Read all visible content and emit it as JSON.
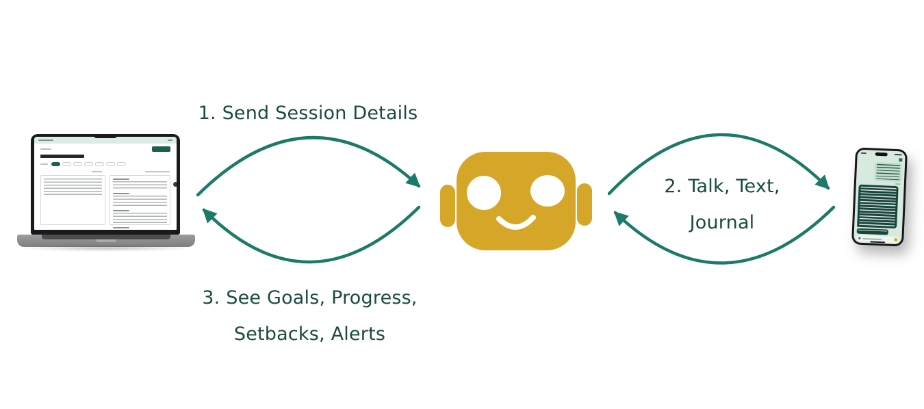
{
  "palette": {
    "background": "#FFFFFF",
    "heading_text": "#1A4A40",
    "arrow": "#1B7A68",
    "robot_gold": "#D6A629",
    "laptop_chrome_mint": "#DCEDE3",
    "brand_green_button": "#1D5E4E",
    "phone_screen_mint": "#D8EADF",
    "chat_bubble_dark_green": "#17463C",
    "chat_bubble_light_green": "#C3E0CF",
    "phone_accent_gold": "#D6A629"
  },
  "labels": {
    "step1": "1. Send Session Details",
    "step2": {
      "line1": "2. Talk, Text,",
      "line2": "Journal"
    },
    "step3": {
      "line1": "3. See Goals, Progress,",
      "line2": "Setbacks, Alerts"
    }
  },
  "flows": [
    {
      "step": 1,
      "from": "laptop",
      "to": "assistant-robot",
      "direction": "one-way"
    },
    {
      "step": 2,
      "from": "assistant-robot",
      "to": "phone",
      "direction": "two-way"
    },
    {
      "step": 3,
      "from": "assistant-robot",
      "to": "laptop",
      "direction": "one-way"
    }
  ],
  "nodes": {
    "laptop": "laptop-session-dashboard-illustration",
    "assistant_robot": "gold-robot-face-icon",
    "phone": "phone-chat-conversation-illustration"
  }
}
